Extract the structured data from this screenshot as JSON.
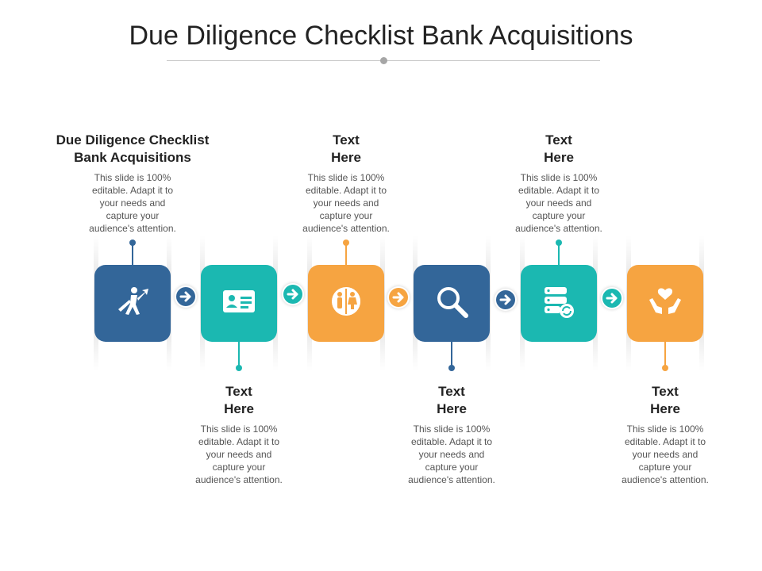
{
  "title": "Due Diligence Checklist Bank Acquisitions",
  "colors": {
    "blue": "#336699",
    "teal": "#1bb8b1",
    "orange": "#f6a441"
  },
  "steps": [
    {
      "heading_line1": "Due Diligence Checklist",
      "heading_line2": "Bank Acquisitions",
      "desc": "This slide is 100% editable. Adapt it to your needs and capture your audience's attention.",
      "icon": "businessman-growth-arrow-icon",
      "color": "#336699",
      "position": "top"
    },
    {
      "heading_line1": "Text",
      "heading_line2": "Here",
      "desc": "This slide is 100% editable. Adapt it to your needs and capture your audience's attention.",
      "icon": "id-card-icon",
      "color": "#1bb8b1",
      "position": "bottom"
    },
    {
      "heading_line1": "Text",
      "heading_line2": "Here",
      "desc": "This slide is 100% editable. Adapt it to your needs and capture your audience's attention.",
      "icon": "restroom-people-icon",
      "color": "#f6a441",
      "position": "top"
    },
    {
      "heading_line1": "Text",
      "heading_line2": "Here",
      "desc": "This slide is 100% editable. Adapt it to your needs and capture your audience's attention.",
      "icon": "magnifier-icon",
      "color": "#336699",
      "position": "bottom"
    },
    {
      "heading_line1": "Text",
      "heading_line2": "Here",
      "desc": "This slide is 100% editable. Adapt it to your needs and capture your audience's attention.",
      "icon": "database-sync-icon",
      "color": "#1bb8b1",
      "position": "top"
    },
    {
      "heading_line1": "Text",
      "heading_line2": "Here",
      "desc": "This slide is 100% editable. Adapt it to your needs and capture your audience's attention.",
      "icon": "hands-heart-care-icon",
      "color": "#f6a441",
      "position": "bottom"
    }
  ],
  "arrows": [
    {
      "icon": "arrow-right-icon",
      "color": "#336699"
    },
    {
      "icon": "arrow-right-icon",
      "color": "#1bb8b1"
    },
    {
      "icon": "arrow-right-icon",
      "color": "#f6a441"
    },
    {
      "icon": "arrow-right-icon",
      "color": "#336699"
    },
    {
      "icon": "arrow-right-icon",
      "color": "#1bb8b1"
    }
  ]
}
